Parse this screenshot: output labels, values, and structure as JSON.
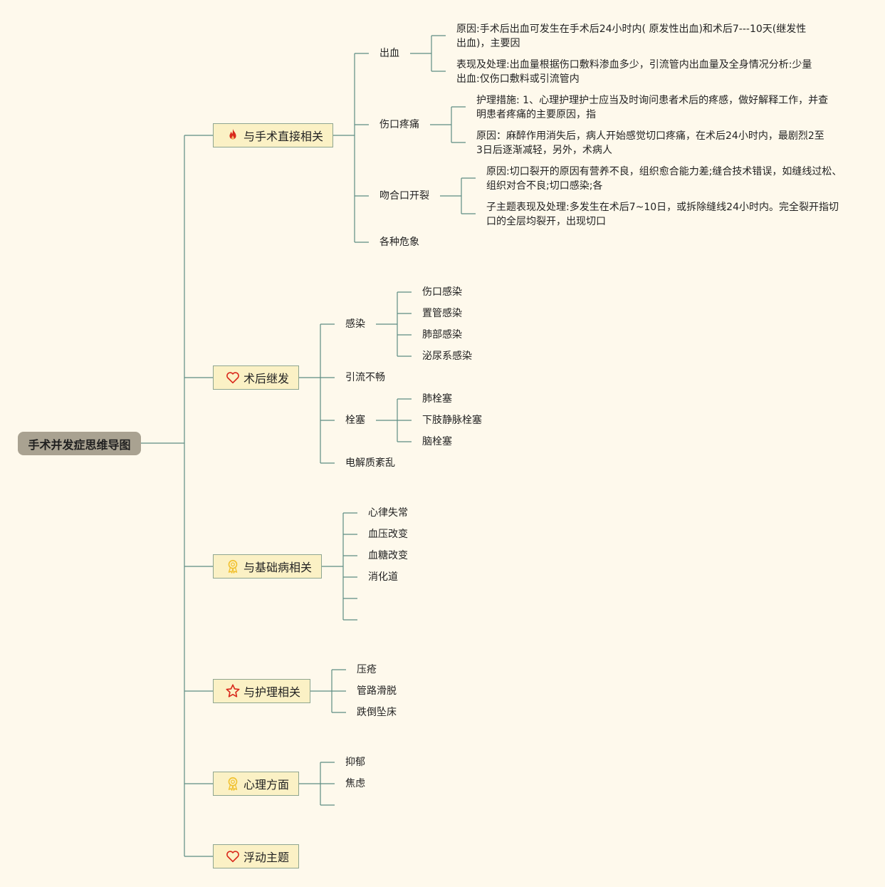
{
  "colors": {
    "background": "#fef9ec",
    "line": "#5d8d83",
    "root_fill": "#a9a291",
    "box_fill": "#fbf1c5",
    "box_border": "#8ea590",
    "icon_red": "#d9291c",
    "icon_yellow": "#f1c232"
  },
  "root": {
    "label": "手术并发症思维导图"
  },
  "branches": [
    {
      "label": "与手术直接相关",
      "icon": "fire-icon",
      "children": [
        {
          "label": "出血",
          "children": [
            {
              "label": "原因:手术后出血可发生在手术后24小时内( 原发性出血)和术后7---10天(继发性出血)，主要因"
            },
            {
              "label": "表现及处理:出血量根据伤口敷料渗血多少，引流管内出血量及全身情况分析:少量出血:仅伤口敷料或引流管内"
            }
          ]
        },
        {
          "label": "伤口疼痛",
          "children": [
            {
              "label": "护理措施: 1、心理护理护士应当及时询问患者术后的疼感，做好解释工作，并查明患者疼痛的主要原因，指"
            },
            {
              "label": "原因：麻醉作用消失后，病人开始感觉切口疼痛，在术后24小时内，最剧烈2至3日后逐渐减轻，另外，术病人"
            }
          ]
        },
        {
          "label": "吻合口开裂",
          "children": [
            {
              "label": "原因:切口裂开的原因有营养不良，组织愈合能力差;缝合技术错误，如缝线过松、组织对合不良;切口感染;各"
            },
            {
              "label": "子主题表现及处理:多发生在术后7~10日，或拆除缝线24小时内。完全裂开指切口的全层均裂开，出现切口"
            }
          ]
        },
        {
          "label": "各种危象",
          "children": []
        }
      ]
    },
    {
      "label": "术后继发",
      "icon": "heart-icon",
      "children": [
        {
          "label": "感染",
          "children": [
            {
              "label": "伤口感染"
            },
            {
              "label": "置管感染"
            },
            {
              "label": "肺部感染"
            },
            {
              "label": "泌尿系感染"
            }
          ]
        },
        {
          "label": "引流不畅",
          "children": []
        },
        {
          "label": "栓塞",
          "children": [
            {
              "label": "肺栓塞"
            },
            {
              "label": "下肢静脉栓塞"
            },
            {
              "label": "脑栓塞"
            }
          ]
        },
        {
          "label": "电解质紊乱",
          "children": []
        }
      ]
    },
    {
      "label": "与基础病相关",
      "icon": "award-icon",
      "children": [
        {
          "label": "心律失常"
        },
        {
          "label": "血压改变"
        },
        {
          "label": "血糖改变"
        },
        {
          "label": "消化道"
        },
        {
          "label": ""
        },
        {
          "label": ""
        }
      ]
    },
    {
      "label": "与护理相关",
      "icon": "star-icon",
      "children": [
        {
          "label": "压疮"
        },
        {
          "label": "管路滑脱"
        },
        {
          "label": "跌倒坠床"
        }
      ]
    },
    {
      "label": "心理方面",
      "icon": "award-icon",
      "children": [
        {
          "label": "抑郁"
        },
        {
          "label": "焦虑"
        },
        {
          "label": ""
        }
      ]
    },
    {
      "label": "浮动主题",
      "icon": "heart-icon",
      "children": []
    }
  ]
}
